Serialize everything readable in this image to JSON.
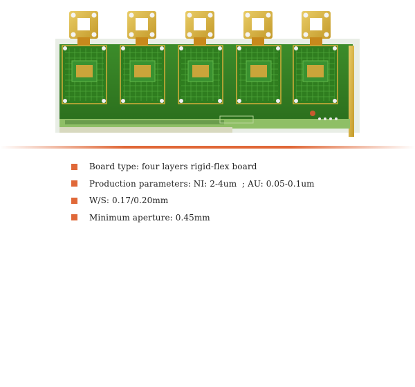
{
  "colors": {
    "bullet": "#e06838",
    "divider": "#e06838",
    "board_green": "#2f7d1f",
    "gold": "#d9b43c"
  },
  "photo": {
    "board_caption": ""
  },
  "specs": {
    "items": [
      {
        "text": "Board type: four layers rigid-flex board"
      },
      {
        "text": "Production parameters: NI: 2-4um  ; AU: 0.05-0.1um"
      },
      {
        "text": "W/S: 0.17/0.20mm"
      },
      {
        "text": "Minimum aperture: 0.45mm"
      }
    ]
  }
}
